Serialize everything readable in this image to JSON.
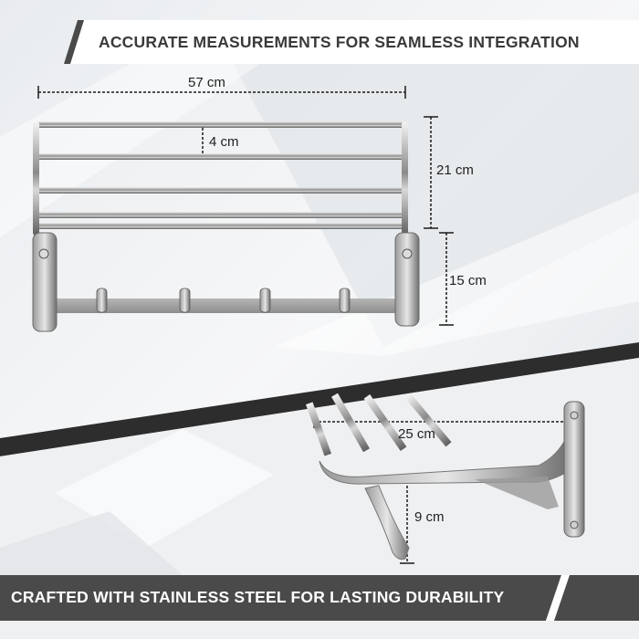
{
  "header": {
    "title": "ACCURATE MEASUREMENTS FOR SEAMLESS INTEGRATION"
  },
  "footer": {
    "title": "CRAFTED WITH STAINLESS STEEL FOR LASTING DURABILITY"
  },
  "dimensions": {
    "width": "57 cm",
    "rod_spacing": "4 cm",
    "top_height": "21 cm",
    "bracket_height": "15 cm",
    "depth": "25 cm",
    "hook_height": "9 cm"
  },
  "colors": {
    "banner_dark": "#4a4a4a",
    "banner_light": "#ffffff",
    "dimension_line": "#1a1a1a"
  }
}
